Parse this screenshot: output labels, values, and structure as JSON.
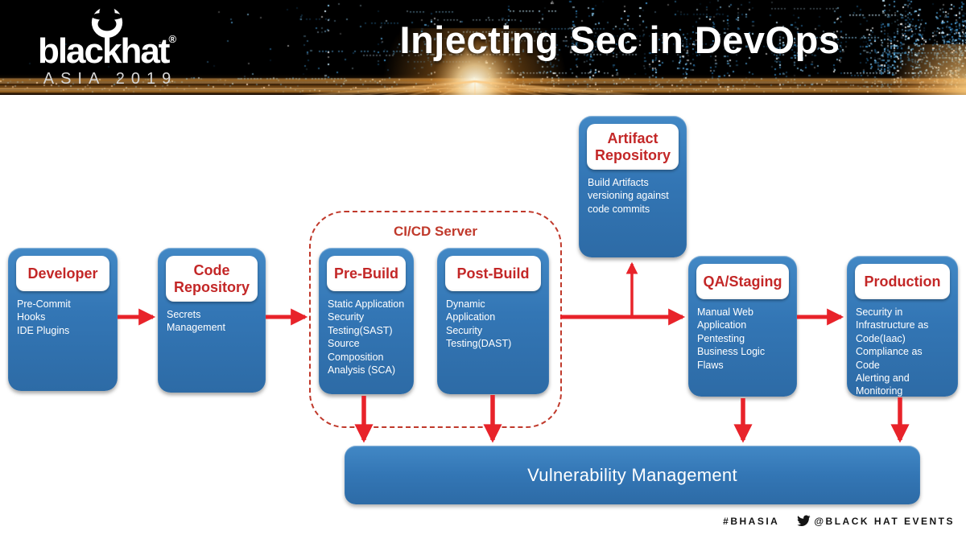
{
  "header": {
    "logo": {
      "brand": "blackhat",
      "registered": "®",
      "subtitle": "ASIA 2019"
    },
    "title": "Injecting Sec in DevOps"
  },
  "diagram": {
    "cicd_label": "CI/CD Server",
    "nodes": [
      {
        "id": "developer",
        "title": "Developer",
        "body": "Pre-Commit\nHooks\nIDE Plugins"
      },
      {
        "id": "code-repository",
        "title": "Code\nRepository",
        "body": "Secrets\nManagement"
      },
      {
        "id": "pre-build",
        "title": "Pre-Build",
        "body": "Static Application\nSecurity\nTesting(SAST)\nSource\nComposition\nAnalysis (SCA)"
      },
      {
        "id": "post-build",
        "title": "Post-Build",
        "body": "Dynamic\nApplication\nSecurity\nTesting(DAST)"
      },
      {
        "id": "artifact-repository",
        "title": "Artifact\nRepository",
        "body": "Build Artifacts\nversioning against\ncode commits"
      },
      {
        "id": "qa-staging",
        "title": "QA/Staging",
        "body": "Manual Web\nApplication\nPentesting\nBusiness Logic\nFlaws"
      },
      {
        "id": "production",
        "title": "Production",
        "body": "Security in\nInfrastructure as\nCode(Iaac)\nCompliance as\nCode\nAlerting and\nMonitoring"
      }
    ],
    "vulnerability_label": "Vulnerability Management"
  },
  "footer": {
    "hashtag": "#BHASIA",
    "twitter_handle": "@BLACK HAT EVENTS"
  },
  "colors": {
    "box_blue": "#3376b5",
    "title_red": "#c32727",
    "arrow_red": "#e8232a",
    "dashed_red": "#c0392b",
    "accent_orange": "#f0a23c",
    "header_bg": "#000000",
    "body_text": "#ffffff",
    "footer_text": "#141414"
  }
}
